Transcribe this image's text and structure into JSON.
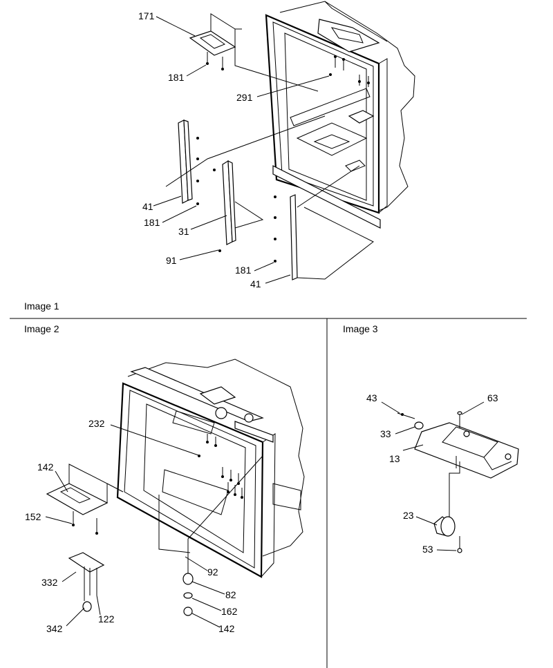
{
  "captions": {
    "image1": "Image 1",
    "image2": "Image 2",
    "image3": "Image 3"
  },
  "image1_labels": {
    "l171": "171",
    "l181a": "181",
    "l291": "291",
    "l41a": "41",
    "l181b": "181",
    "l31": "31",
    "l91": "91",
    "l181c": "181",
    "l41b": "41"
  },
  "image2_labels": {
    "l232": "232",
    "l142a": "142",
    "l152": "152",
    "l332": "332",
    "l342": "342",
    "l122": "122",
    "l92": "92",
    "l82": "82",
    "l162": "162",
    "l142b": "142"
  },
  "image3_labels": {
    "l43": "43",
    "l63": "63",
    "l33": "33",
    "l13": "13",
    "l23": "23",
    "l53": "53"
  }
}
